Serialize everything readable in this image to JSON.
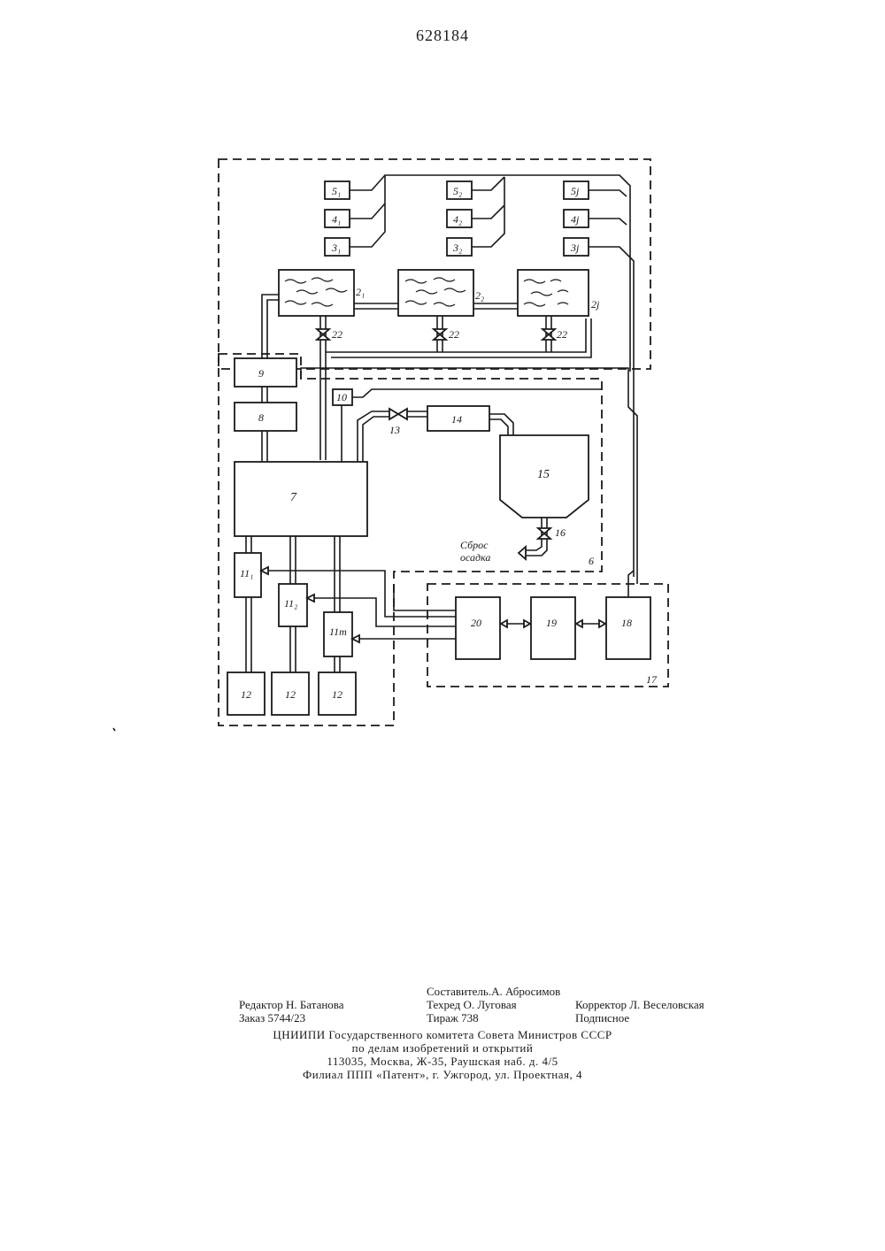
{
  "patent_number": "628184",
  "diagram": {
    "blocks": {
      "b5_1": "5₁",
      "b4_1": "4₁",
      "b3_1": "3₁",
      "b5_2": "5₂",
      "b4_2": "4₂",
      "b3_2": "3₂",
      "b5_j": "5j",
      "b4_j": "4j",
      "b3_j": "3j",
      "tank1": "2₁",
      "tank2": "2₂",
      "tankj": "2j",
      "valve": "22",
      "b9": "9",
      "b8": "8",
      "b7": "7",
      "b10": "10",
      "b13": "13",
      "b14": "14",
      "b15": "15",
      "b16": "16",
      "discharge_line1": "Сброс",
      "discharge_line2": "осадка",
      "frame6": "6",
      "b11_1": "11₁",
      "b11_2": "11₂",
      "b11_m": "11m",
      "b12": "12",
      "b20": "20",
      "b19": "19",
      "b18": "18",
      "frame17": "17"
    }
  },
  "footer": {
    "compiler": "Составитель.А. Абросимов",
    "editor": "Редактор Н. Батанова",
    "techred": "Техред О. Луговая",
    "corrector": "Корректор Л. Веселовская",
    "order": "Заказ 5744/23",
    "circulation": "Тираж 738",
    "subscription": "Подписное",
    "org_line1": "ЦНИИПИ Государственного комитета Совета Министров СССР",
    "org_line2": "по делам изобретений и открытий",
    "address": "113035, Москва, Ж-35, Раушская наб. д. 4/5",
    "branch": "Филиал ППП «Патент», г. Ужгород, ул. Проектная, 4"
  }
}
